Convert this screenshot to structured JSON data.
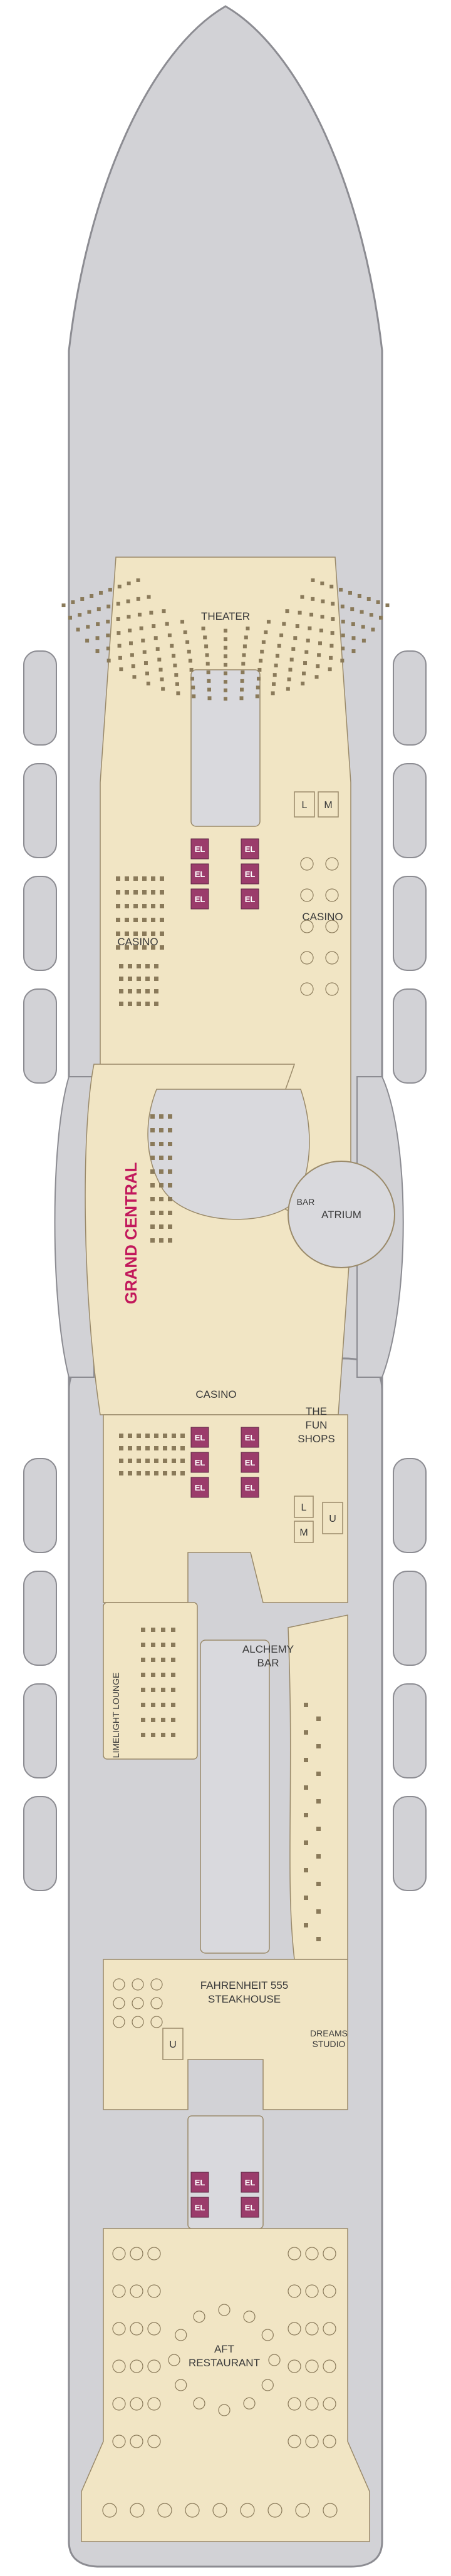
{
  "colors": {
    "hull": "#d2d2d6",
    "hull_stroke": "#8c8c92",
    "floor": "#f1e5c4",
    "floor_stroke": "#9a8a6a",
    "void": "#d9d9dd",
    "elevator": "#9b3c6b",
    "brand": "#c2185b",
    "furniture": "#8a7a5a"
  },
  "venues": {
    "theater": "THEATER",
    "casino_left": "CASINO",
    "casino_right": "CASINO",
    "casino_center": "CASINO",
    "grand_central": "GRAND CENTRAL",
    "bar": "BAR",
    "atrium": "ATRIUM",
    "fun_shops_1": "THE",
    "fun_shops_2": "FUN",
    "fun_shops_3": "SHOPS",
    "limelight_lounge": "LIMELIGHT LOUNGE",
    "alchemy_bar_1": "ALCHEMY",
    "alchemy_bar_2": "BAR",
    "fahrenheit_1": "FAHRENHEIT 555",
    "fahrenheit_2": "STEAKHOUSE",
    "dreams_studio_1": "DREAMS",
    "dreams_studio_2": "STUDIO",
    "aft_restaurant_1": "AFT",
    "aft_restaurant_2": "RESTAURANT"
  },
  "restrooms": {
    "fwd_l": "L",
    "fwd_m": "M",
    "mid_l": "L",
    "mid_m": "M",
    "mid_u": "U",
    "aft_u": "U"
  },
  "elevator_label": "EL",
  "elevator_banks": {
    "forward": {
      "rows": 3,
      "cols": 2
    },
    "mid": {
      "rows": 3,
      "cols": 2
    },
    "aft": {
      "rows": 2,
      "cols": 2
    }
  }
}
